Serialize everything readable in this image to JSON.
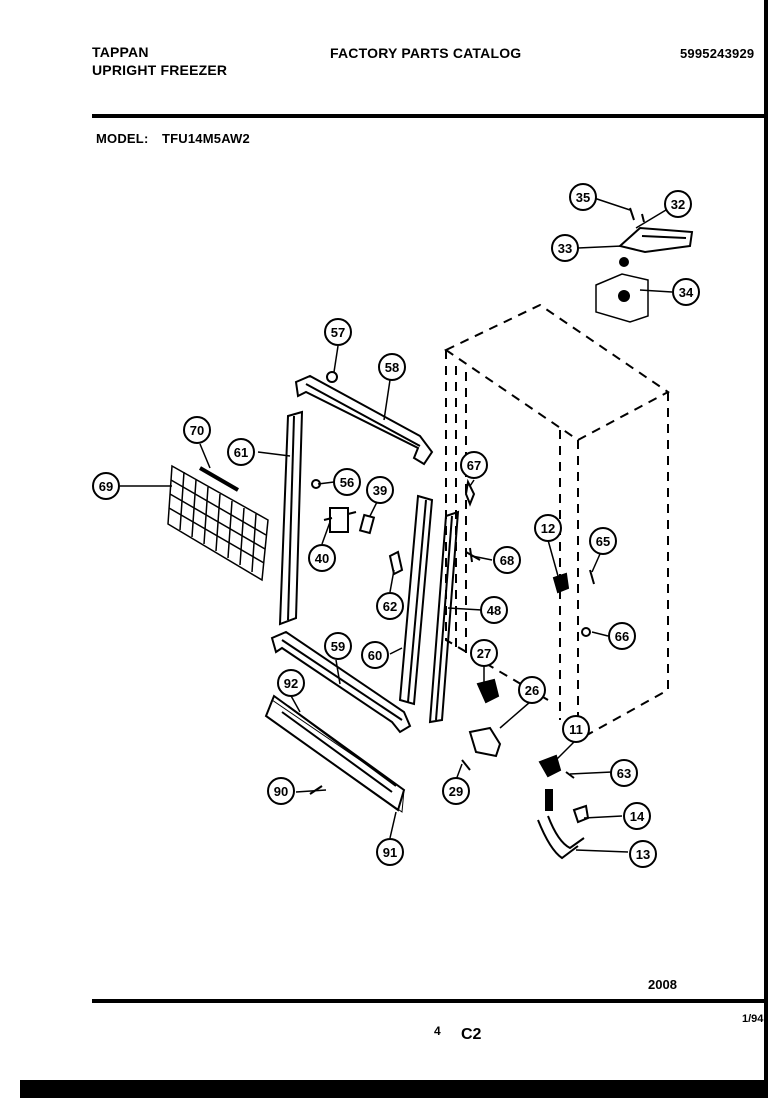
{
  "header": {
    "brand": "TAPPAN",
    "product": "UPRIGHT FREEZER",
    "title": "FACTORY PARTS CATALOG",
    "catalog_number": "5995243929",
    "model_label": "MODEL:",
    "model_value": "TFU14M5AW2"
  },
  "diagram": {
    "callouts": [
      "35",
      "32",
      "33",
      "34",
      "57",
      "58",
      "70",
      "61",
      "69",
      "56",
      "39",
      "67",
      "40",
      "12",
      "65",
      "68",
      "62",
      "48",
      "66",
      "59",
      "60",
      "27",
      "92",
      "26",
      "11",
      "63",
      "90",
      "29",
      "14",
      "91",
      "13"
    ]
  },
  "footer": {
    "figure_code": "2008",
    "page_number": "4",
    "section": "C2",
    "date": "1/94"
  }
}
